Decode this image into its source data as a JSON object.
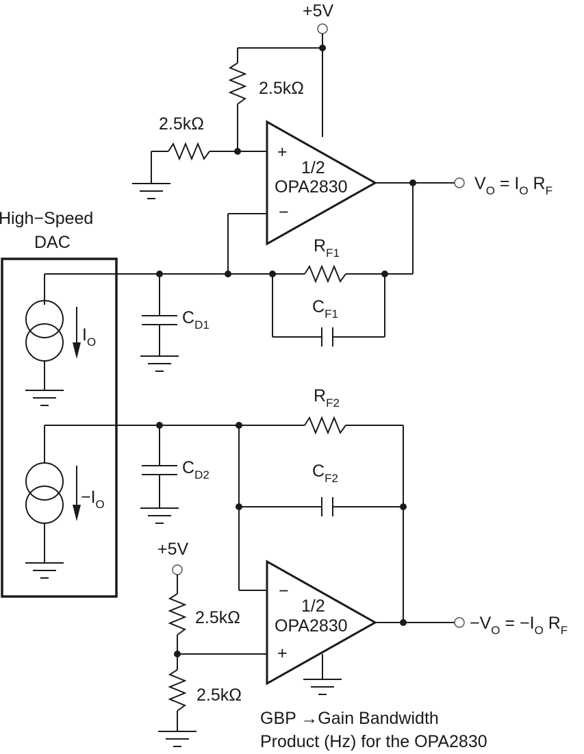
{
  "supply": {
    "label": "+5V"
  },
  "resistors": {
    "bias_value": "2.5kΩ"
  },
  "dac": {
    "label_line1": "High−Speed",
    "label_line2": "DAC"
  },
  "opamp": {
    "fraction": "1/2",
    "model": "OPA2830",
    "plus_sign": "+",
    "minus_sign": "−"
  },
  "channel1": {
    "rf_base": "R",
    "rf_sub": "F1",
    "cf_base": "C",
    "cf_sub": "F1",
    "cd_base": "C",
    "cd_sub": "D1",
    "current_base": "I",
    "current_sub": "O",
    "output": {
      "v": "V",
      "v_sub": "O",
      "eq": " = I",
      "i_sub": "O",
      "r": " R",
      "r_sub": "F"
    }
  },
  "channel2": {
    "rf_base": "R",
    "rf_sub": "F2",
    "cf_base": "C",
    "cf_sub": "F2",
    "cd_base": "C",
    "cd_sub": "D2",
    "current_base": "−I",
    "current_sub": "O",
    "output": {
      "v": "−V",
      "v_sub": "O",
      "eq": " = −I",
      "i_sub": "O",
      "r": " R",
      "r_sub": "F"
    }
  },
  "note": {
    "line1": "GBP →Gain Bandwidth",
    "line2": "Product (Hz) for the OPA2830"
  }
}
